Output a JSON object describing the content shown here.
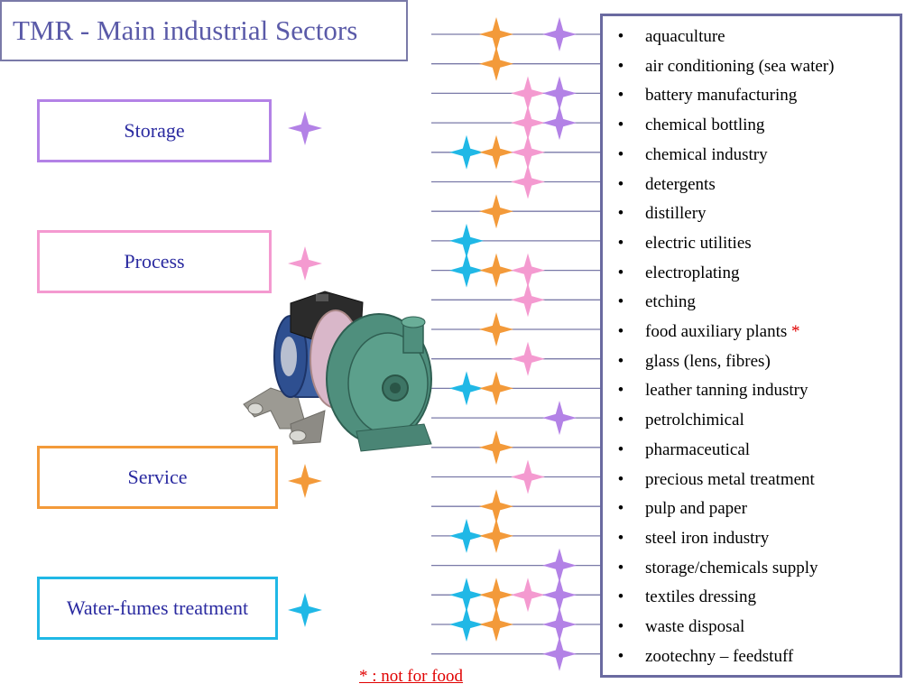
{
  "title": "TMR - Main industrial Sectors",
  "colors": {
    "storage": "#b382e6",
    "process": "#f49ad0",
    "service": "#f39a3a",
    "water": "#20b8e6",
    "line": "#7a7aa8",
    "footnote": "#e00000"
  },
  "categories": [
    {
      "key": "storage",
      "label": "Storage",
      "color": "#b382e6"
    },
    {
      "key": "process",
      "label": "Process",
      "color": "#f49ad0"
    },
    {
      "key": "service",
      "label": "Service",
      "color": "#f39a3a"
    },
    {
      "key": "water",
      "label": "Water-fumes treatment",
      "color": "#20b8e6"
    }
  ],
  "sectors": [
    {
      "name": "aquaculture",
      "cats": [
        "service",
        "storage"
      ]
    },
    {
      "name": "air conditioning (sea water)",
      "cats": [
        "service"
      ]
    },
    {
      "name": "battery manufacturing",
      "cats": [
        "process",
        "storage"
      ]
    },
    {
      "name": "chemical bottling",
      "cats": [
        "process",
        "storage"
      ]
    },
    {
      "name": "chemical industry",
      "cats": [
        "water",
        "service",
        "process"
      ]
    },
    {
      "name": "detergents",
      "cats": [
        "process"
      ]
    },
    {
      "name": "distillery",
      "cats": [
        "service"
      ]
    },
    {
      "name": "electric utilities",
      "cats": [
        "water"
      ]
    },
    {
      "name": "electroplating",
      "cats": [
        "water",
        "service",
        "process"
      ]
    },
    {
      "name": "etching",
      "cats": [
        "process"
      ]
    },
    {
      "name": "food auxiliary plants",
      "mark": "*",
      "cats": [
        "service"
      ]
    },
    {
      "name": "glass (lens, fibres)",
      "cats": [
        "process"
      ]
    },
    {
      "name": "leather tanning industry",
      "cats": [
        "water",
        "service"
      ]
    },
    {
      "name": "petrolchimical",
      "cats": [
        "storage"
      ]
    },
    {
      "name": "pharmaceutical",
      "cats": [
        "service"
      ]
    },
    {
      "name": "precious metal treatment",
      "cats": [
        "process"
      ]
    },
    {
      "name": "pulp and paper",
      "cats": [
        "service"
      ]
    },
    {
      "name": "steel  iron industry",
      "cats": [
        "water",
        "service"
      ]
    },
    {
      "name": "storage/chemicals supply",
      "cats": [
        "storage"
      ]
    },
    {
      "name": "textiles dressing",
      "cats": [
        "water",
        "service",
        "process",
        "storage"
      ]
    },
    {
      "name": "waste disposal",
      "cats": [
        "water",
        "service",
        "storage"
      ]
    },
    {
      "name": "zootechny – feedstuff",
      "cats": [
        "storage"
      ]
    }
  ],
  "bullet": "•",
  "footnote": "* : not for food"
}
